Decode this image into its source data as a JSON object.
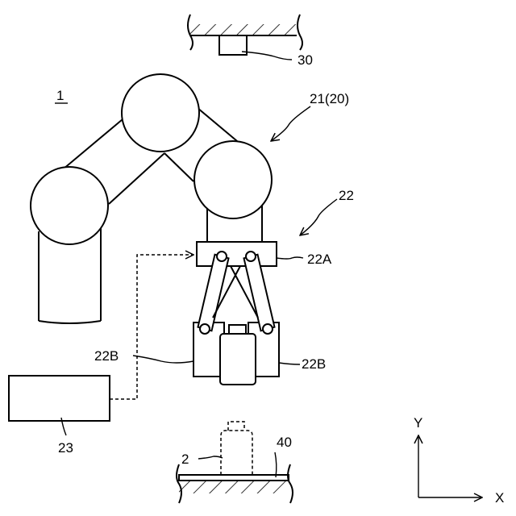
{
  "labels": {
    "robot": "1",
    "arm": "21(20)",
    "hand": "22",
    "hand_base": "22A",
    "finger_left": "22B",
    "finger_right": "22B",
    "controller": "23",
    "workpiece": "2",
    "camera": "30",
    "table": "40",
    "axis_x": "X",
    "axis_y": "Y"
  }
}
